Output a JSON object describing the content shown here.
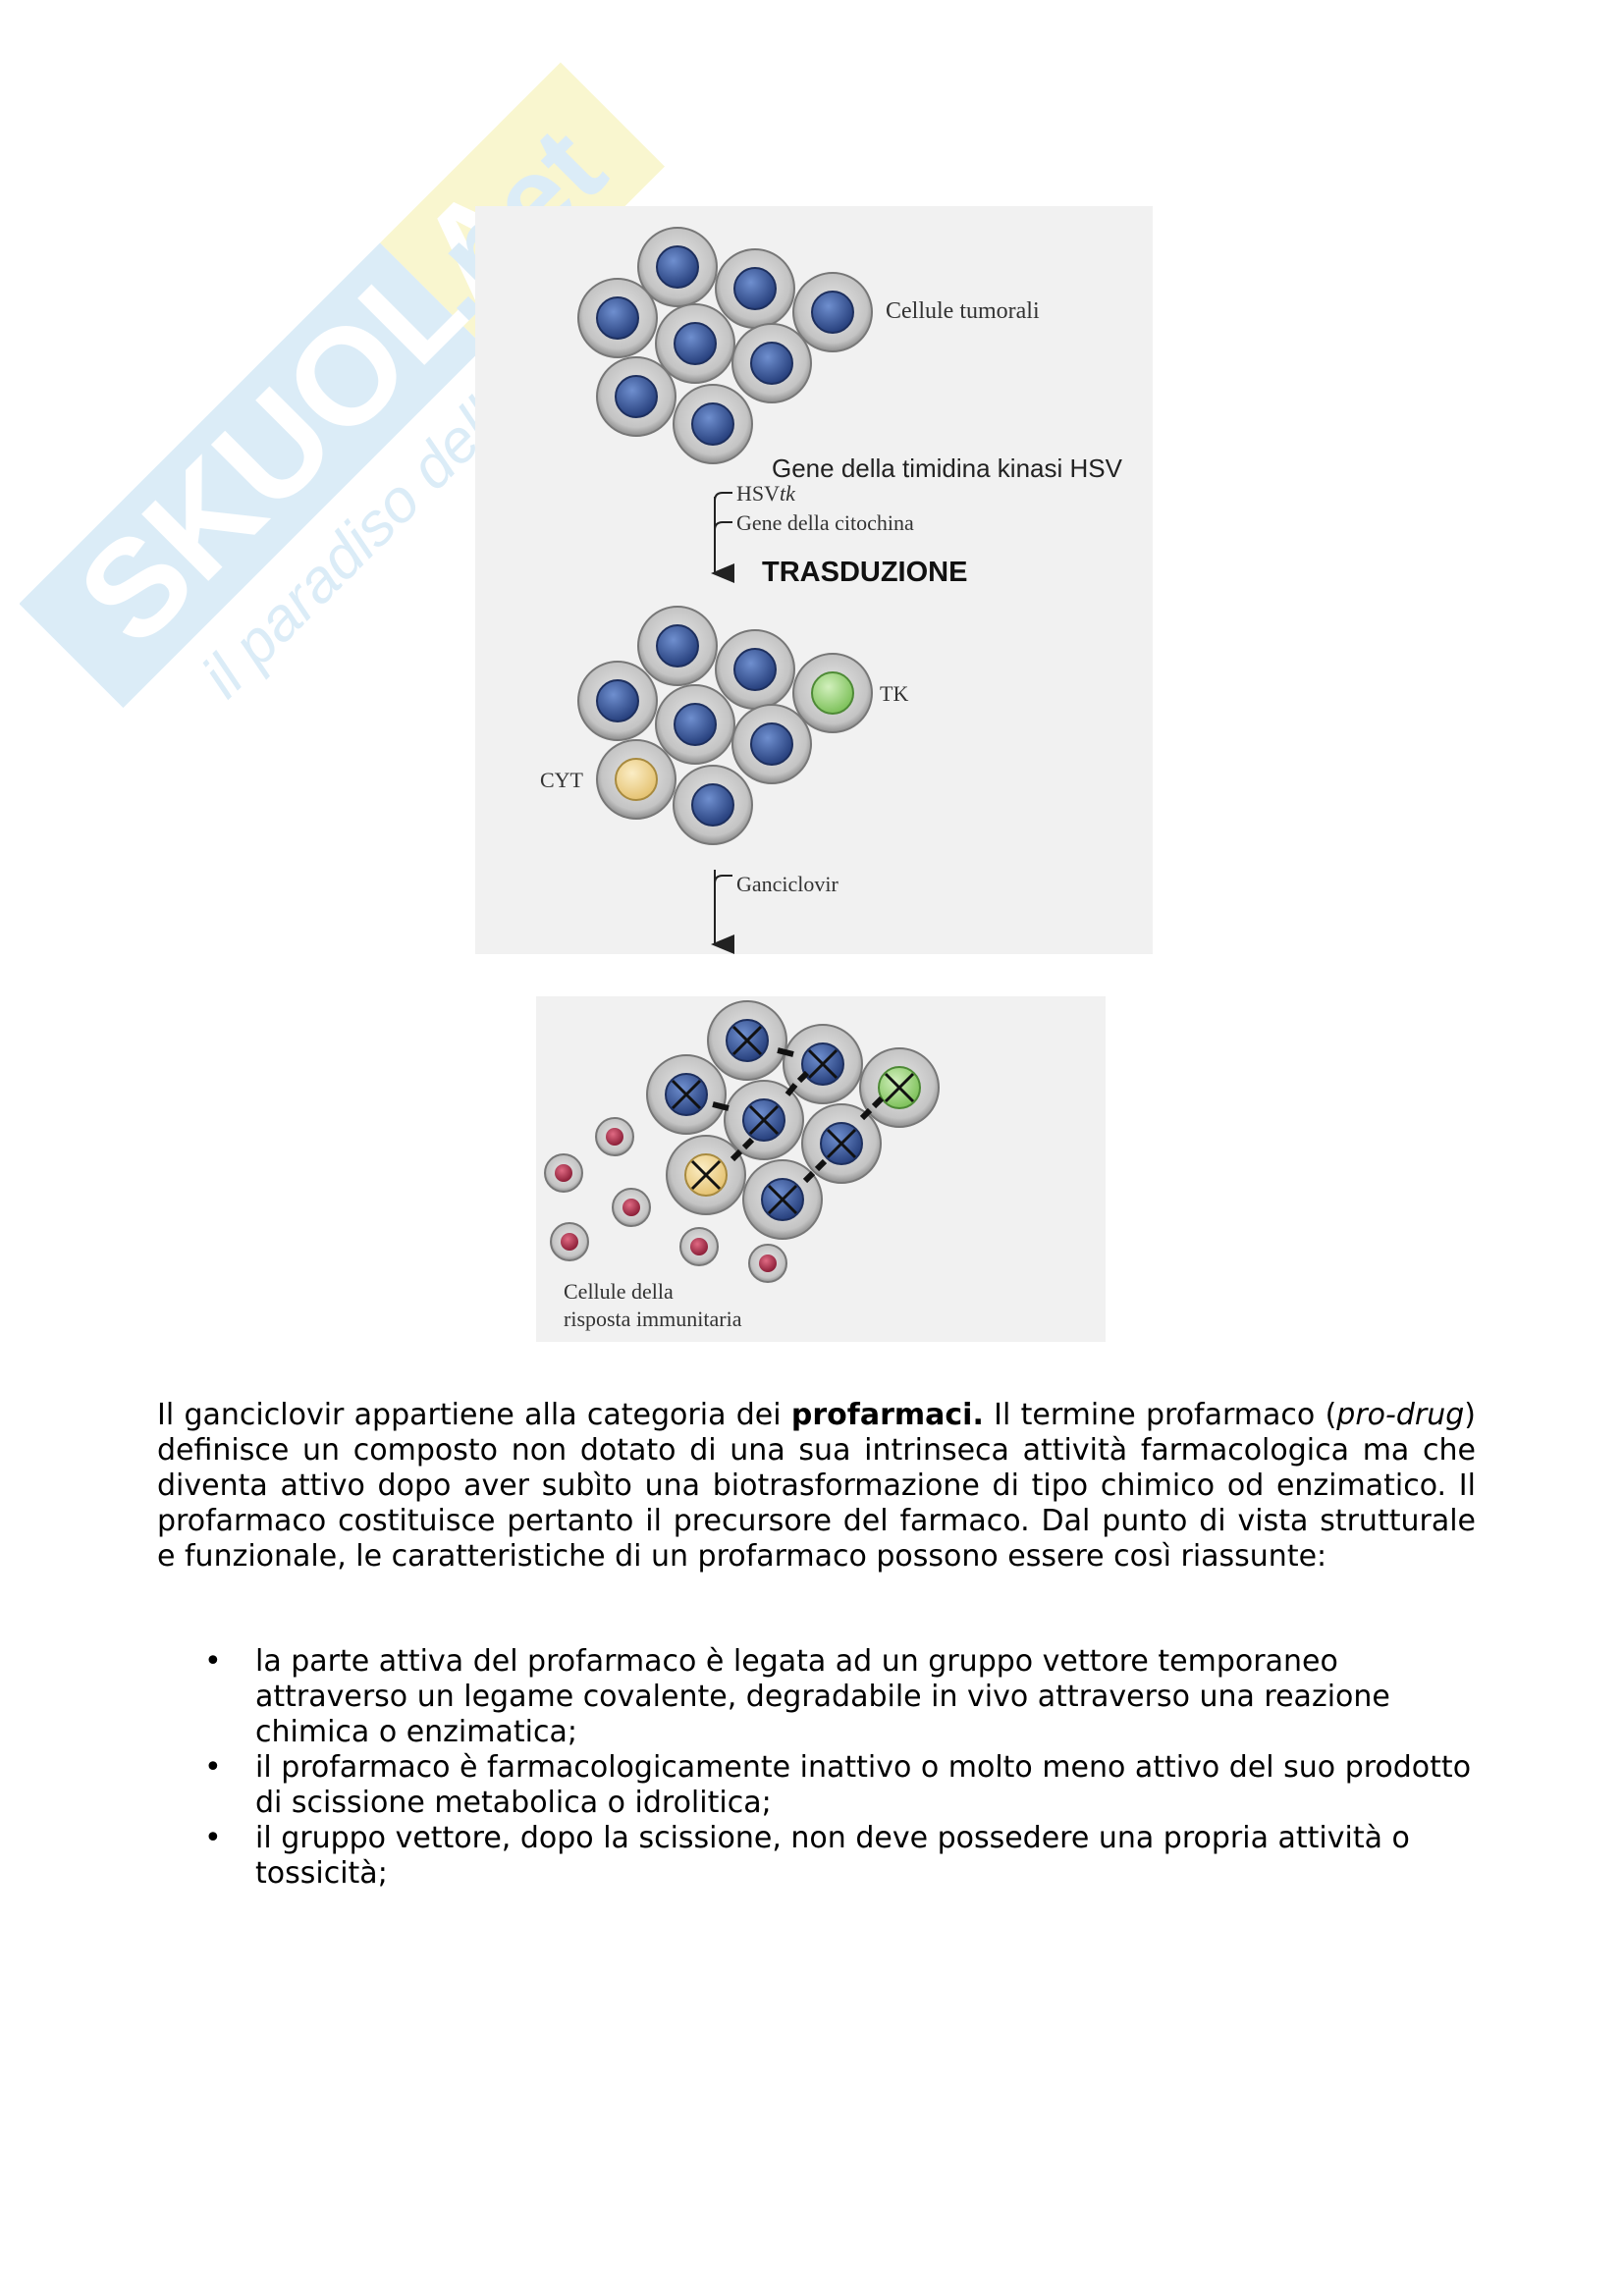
{
  "watermark": {
    "brand": "Skuola.net",
    "slogan": "il paradiso dello studente",
    "colors": {
      "blue": "#cfe6f5",
      "yellow": "#f7f3c0"
    }
  },
  "figure": {
    "labels": {
      "tumor_cells": "Cellule tumorali",
      "gene_hsv": "Gene della timidina kinasi HSV",
      "hsvtk_prefix": "HSV",
      "hsvtk_suffix": "tk",
      "cytokine_gene": "Gene della citochina",
      "transduction": "TRASDUZIONE",
      "tk": "TK",
      "cyt": "CYT",
      "ganciclovir": "Ganciclovir",
      "immune_line1": "Cellule della",
      "immune_line2": "risposta immunitaria"
    },
    "colors": {
      "cell_outer": "#c9c9c9",
      "nucleus_blue": "#3f5fa0",
      "nucleus_green": "#9ed57f",
      "nucleus_yellow": "#f2d78e",
      "immune_red": "#b8324f"
    }
  },
  "paragraph": {
    "part1": "Il ganciclovir appartiene alla categoria dei ",
    "bold": "profarmaci.",
    "part2": " Il termine profarmaco (",
    "italic": "pro-drug",
    "part3": ") definisce un composto non dotato di una sua intrinseca attività farmacologica ma che diventa attivo dopo aver subìto una biotrasformazione di tipo chimico od enzimatico. Il profarmaco costituisce pertanto il precursore del farmaco. Dal punto di vista strutturale e funzionale, le caratteristiche di un profarmaco possono essere così riassunte:"
  },
  "bullets": [
    "la parte attiva del profarmaco è legata ad un gruppo vettore temporaneo attraverso un legame covalente, degradabile in vivo attraverso una reazione chimica o enzimatica;",
    "il profarmaco è farmacologicamente inattivo o molto meno attivo del suo prodotto di scissione metabolica o idrolitica;",
    "il gruppo vettore, dopo la scissione, non deve possedere una propria attività o tossicità;"
  ],
  "bullet_symbol": "•"
}
